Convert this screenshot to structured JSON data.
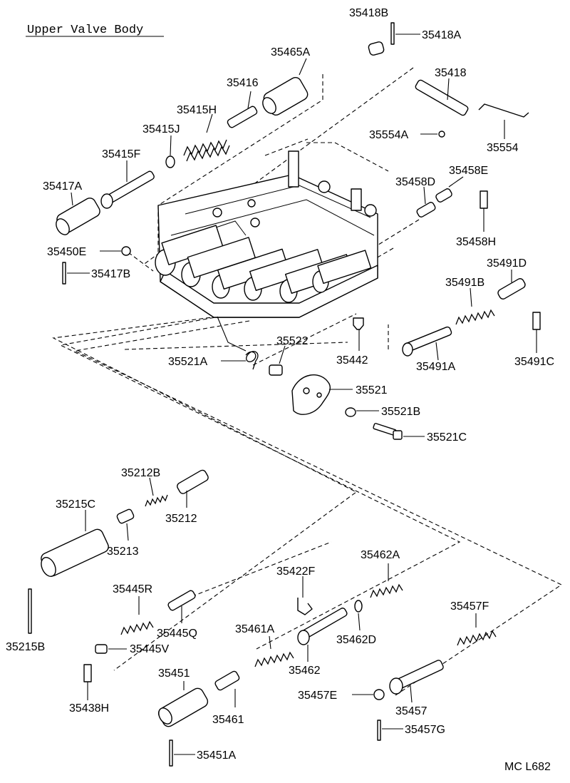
{
  "title": "Upper Valve Body",
  "footer_code": "MC  L682",
  "labels": {
    "p35418B": "35418B",
    "p35418A": "35418A",
    "p35465A": "35465A",
    "p35418": "35418",
    "p35416": "35416",
    "p35415H": "35415H",
    "p35415J": "35415J",
    "p35554A": "35554A",
    "p35554": "35554",
    "p35415F": "35415F",
    "p35417A": "35417A",
    "p35458D": "35458D",
    "p35458E": "35458E",
    "p35458H": "35458H",
    "p35450E": "35450E",
    "p35417B": "35417B",
    "p35491D": "35491D",
    "p35491B": "35491B",
    "p35491C": "35491C",
    "p35491A": "35491A",
    "p35442": "35442",
    "p35522": "35522",
    "p35521A": "35521A",
    "p35521": "35521",
    "p35521B": "35521B",
    "p35521C": "35521C",
    "p35212B": "35212B",
    "p35212": "35212",
    "p35215C": "35215C",
    "p35213": "35213",
    "p35445R": "35445R",
    "p35445Q": "35445Q",
    "p35445V": "35445V",
    "p35215B": "35215B",
    "p35438H": "35438H",
    "p35422F": "35422F",
    "p35462A": "35462A",
    "p35462D": "35462D",
    "p35462": "35462",
    "p35461A": "35461A",
    "p35461": "35461",
    "p35451": "35451",
    "p35451A": "35451A",
    "p35457F": "35457F",
    "p35457E": "35457E",
    "p35457": "35457",
    "p35457G": "35457G"
  }
}
